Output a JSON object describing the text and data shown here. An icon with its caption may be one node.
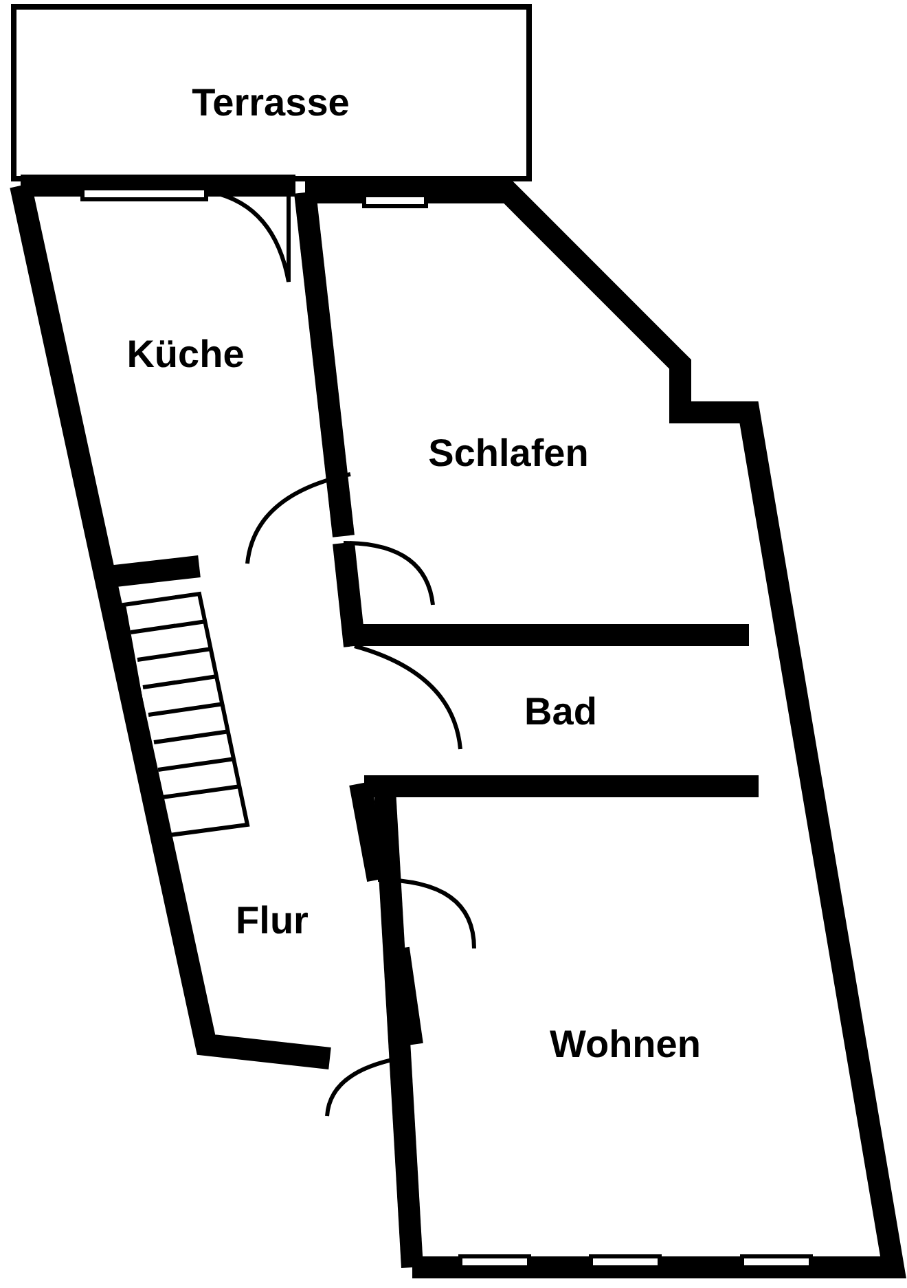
{
  "diagram": {
    "nodes": [
      {
        "text": [
          "Terrasse"
        ]
      },
      {
        "text": [
          "Küche"
        ]
      },
      {
        "text": [
          "Schlafen"
        ]
      },
      {
        "text": [
          "Bad"
        ]
      },
      {
        "text": [
          "Flur"
        ]
      },
      {
        "text": [
          "Wohnen"
        ]
      }
    ]
  }
}
